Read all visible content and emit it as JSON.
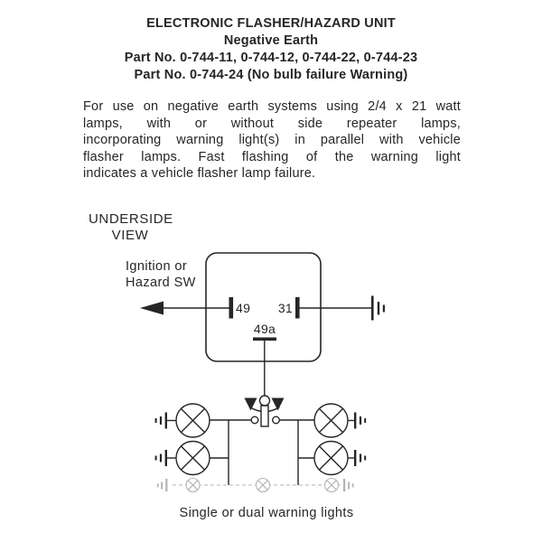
{
  "header": {
    "title": "ELECTRONIC FLASHER/HAZARD UNIT",
    "subtitle": "Negative Earth",
    "part_line_1": "Part No. 0-744-11, 0-744-12, 0-744-22, 0-744-23",
    "part_line_2": "Part No. 0-744-24 (No bulb failure Warning)"
  },
  "description": {
    "lines": [
      "For use on negative earth systems using 2/4 x 21 watt",
      "lamps, with or without side repeater lamps,",
      "incorporating warning light(s) in parallel with vehicle",
      "flasher lamps. Fast flashing of the warning light",
      "indicates a vehicle flasher lamp failure."
    ]
  },
  "diagram": {
    "view_label_line1": "UNDERSIDE",
    "view_label_line2": "VIEW",
    "switch_label_line1": "Ignition or",
    "switch_label_line2": "Hazard SW",
    "terminal_49": "49",
    "terminal_31": "31",
    "terminal_49a": "49a",
    "caption": "Single or dual warning lights",
    "icons": {
      "supply_arrow": "left-arrow-icon",
      "earth": "ground-icon",
      "flasher_lamp": "lamp-icon",
      "optional_warning_lamp": "lamp-icon-muted",
      "changeover_contact": "changeover-switch-icon"
    }
  },
  "colors": {
    "ink": "#262626",
    "muted": "#b3b3b3",
    "background": "#ffffff"
  }
}
